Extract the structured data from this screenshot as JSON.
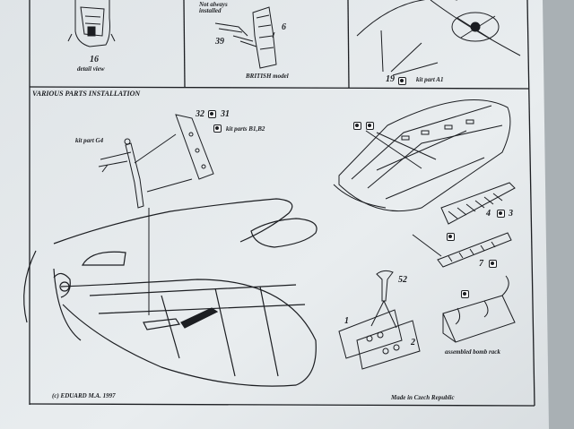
{
  "top_panels": {
    "detail": {
      "number": "16",
      "caption": "detail view"
    },
    "british": {
      "note": "Not always\ninstalled",
      "part_a": "39",
      "part_b": "6",
      "caption": "BRITISH model"
    },
    "right": {
      "number": "19",
      "caption": "kit part A1"
    }
  },
  "section": {
    "title": "VARIOUS PARTS INSTALLATION",
    "labels": {
      "kit_g4": "kit part G4",
      "kit_b1b2": "kit parts B1,B2",
      "num_32": "32",
      "num_31": "31",
      "num_4": "4",
      "num_3": "3",
      "num_7": "7",
      "num_52": "52",
      "num_1": "1",
      "num_2": "2",
      "bomb_rack": "assembled bomb rack"
    }
  },
  "footer": {
    "left": "(c) EDUARD  M.A. 1997",
    "right": "Made in Czech Republic"
  },
  "colors": {
    "paper": "#e8ecee",
    "ink": "#1c1e22",
    "background": "#a9b0b4"
  }
}
